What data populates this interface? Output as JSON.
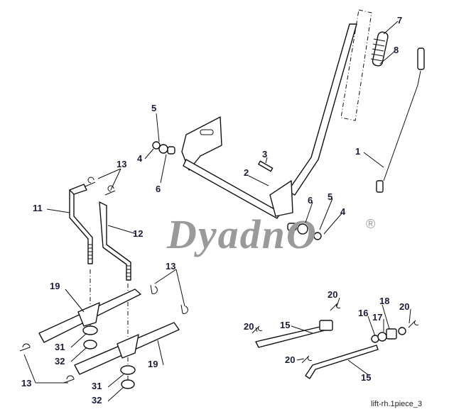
{
  "diagram": {
    "labels": {
      "l7": "7",
      "l8": "8",
      "l1": "1",
      "l2": "2",
      "l3": "3",
      "l5a": "5",
      "l4a": "4",
      "l6a": "6",
      "l6b": "6",
      "l5b": "5",
      "l4b": "4",
      "l13a": "13",
      "l11": "11",
      "l12": "12",
      "l13b": "13",
      "l19a": "19",
      "l31a": "31",
      "l32a": "32",
      "l19b": "19",
      "l13c": "13",
      "l31b": "31",
      "l32b": "32",
      "l20a": "20",
      "l20b": "20",
      "l15a": "15",
      "l16": "16",
      "l17": "17",
      "l18": "18",
      "l20c": "20",
      "l20d": "20",
      "l15b": "15"
    },
    "watermark": "DyadnO",
    "watermark_mark": "®",
    "caption": "lift-rh.1piece_3"
  }
}
